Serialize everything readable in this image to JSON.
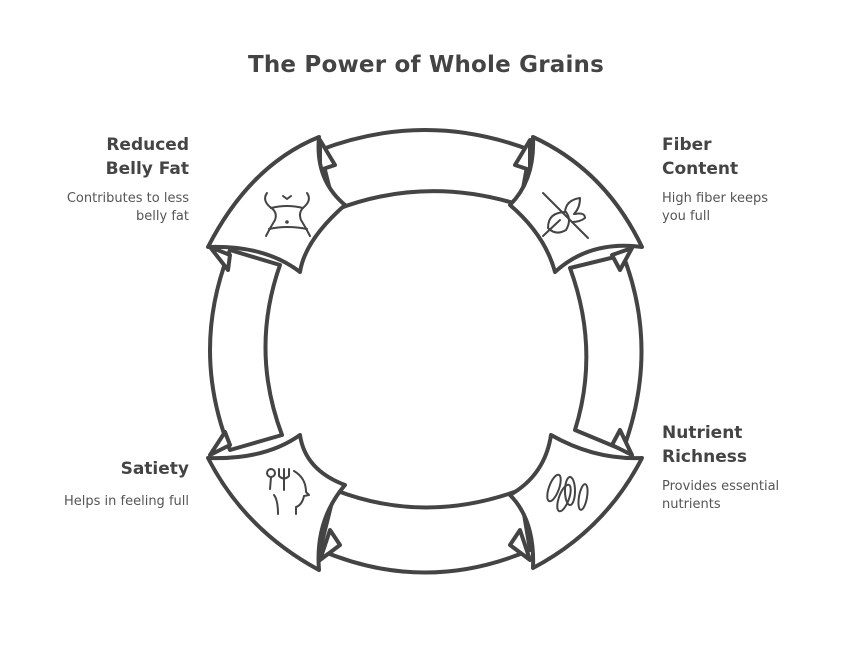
{
  "title": "The Power of Whole Grains",
  "colors": {
    "stroke": "#444444",
    "fill": "#ffffff",
    "text": "#444444"
  },
  "items": [
    {
      "heading_line1": "Reduced",
      "heading_line2": "Belly Fat",
      "desc_line1": "Contributes to less",
      "desc_line2": "belly fat",
      "icon": "waist-icon",
      "position": "top-left"
    },
    {
      "heading_line1": "Fiber",
      "heading_line2": "Content",
      "desc_line1": "High fiber keeps",
      "desc_line2": "you full",
      "icon": "no-leaf-icon",
      "position": "top-right"
    },
    {
      "heading_line1": "Nutrient",
      "heading_line2": "Richness",
      "desc_line1": "Provides essential",
      "desc_line2": "nutrients",
      "icon": "grains-icon",
      "position": "bottom-right"
    },
    {
      "heading_line1": "Satiety",
      "heading_line2": "",
      "desc_line1": "Helps in feeling full",
      "desc_line2": "",
      "icon": "utensils-head-icon",
      "position": "bottom-left"
    }
  ]
}
